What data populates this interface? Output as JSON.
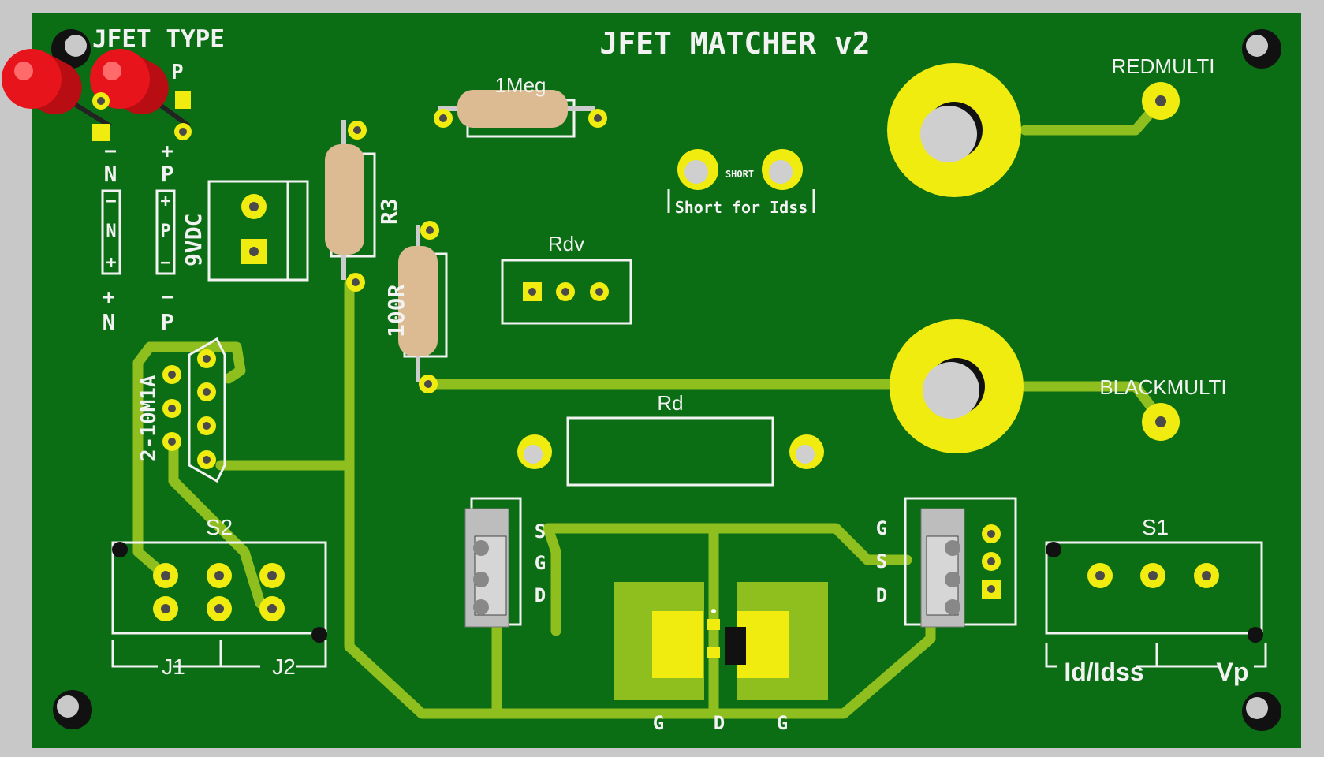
{
  "board": {
    "title": "JFET MATCHER v2",
    "jfet_type_label": "JFET TYPE",
    "p_label_top": "P",
    "colors": {
      "pcb": "#0b6d14",
      "trace": "#8fbf1e",
      "pad": "#f0ec10",
      "silk": "#f2f2f2",
      "led": "#d8141a"
    }
  },
  "labels": {
    "red_multi": "REDMULTI",
    "black_multi": "BLACKMULTI",
    "one_meg": "1Meg",
    "short": "SHORT",
    "short_for_idss": "Short for Idss",
    "rdv": "Rdv",
    "r3": "R3",
    "r100": "100R",
    "vdc9": "9VDC",
    "rd": "Rd",
    "relay": "2-10M1A",
    "s2": "S2",
    "s1": "S1",
    "j1": "J1",
    "j2": "J2",
    "id_idss": "Id/Idss",
    "vp": "Vp",
    "n_minus": "N",
    "p_plus": "P",
    "n_plus": "N",
    "p_minus": "P",
    "minus_sign": "−",
    "plus_sign": "+",
    "left_socket": [
      "S",
      "G",
      "D"
    ],
    "right_socket": [
      "G",
      "S",
      "D"
    ],
    "bottom_pins": [
      "G",
      "D",
      "G"
    ],
    "box_n": [
      "−",
      "N",
      "+"
    ],
    "box_p": [
      "+",
      "P",
      "−"
    ]
  }
}
